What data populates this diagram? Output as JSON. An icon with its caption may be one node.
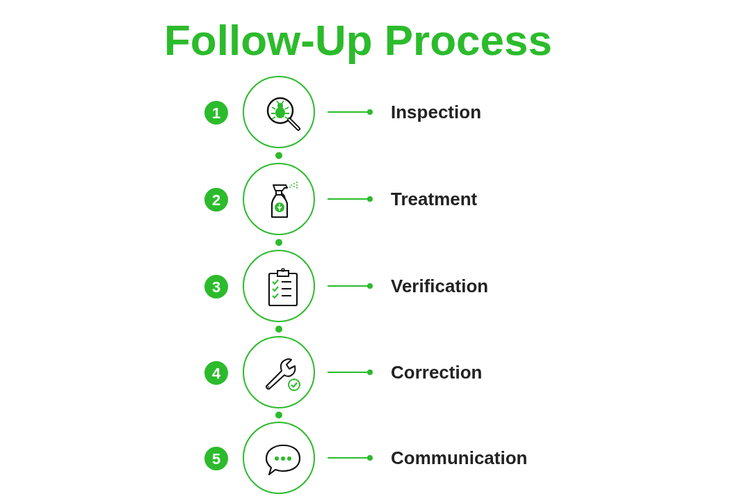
{
  "diagram": {
    "title": "Follow-Up Process",
    "nodes": [
      {
        "text": [
          "1"
        ]
      },
      {
        "text": [
          "2"
        ]
      },
      {
        "text": [
          "3"
        ]
      },
      {
        "text": [
          "4"
        ]
      },
      {
        "text": [
          "5"
        ]
      },
      {
        "text": [
          "Inspection"
        ]
      },
      {
        "text": [
          "Treatment"
        ]
      },
      {
        "text": [
          "Verification"
        ]
      },
      {
        "text": [
          "Correction"
        ]
      },
      {
        "text": [
          "Communication"
        ]
      }
    ],
    "edges": [
      {
        "from": 0,
        "to": 5,
        "arrow": "other"
      },
      {
        "from": 1,
        "to": 6,
        "arrow": "other"
      },
      {
        "from": 2,
        "to": 7,
        "arrow": "other"
      },
      {
        "from": 3,
        "to": 8,
        "arrow": "other"
      },
      {
        "from": 4,
        "to": 9,
        "arrow": "other"
      }
    ]
  }
}
